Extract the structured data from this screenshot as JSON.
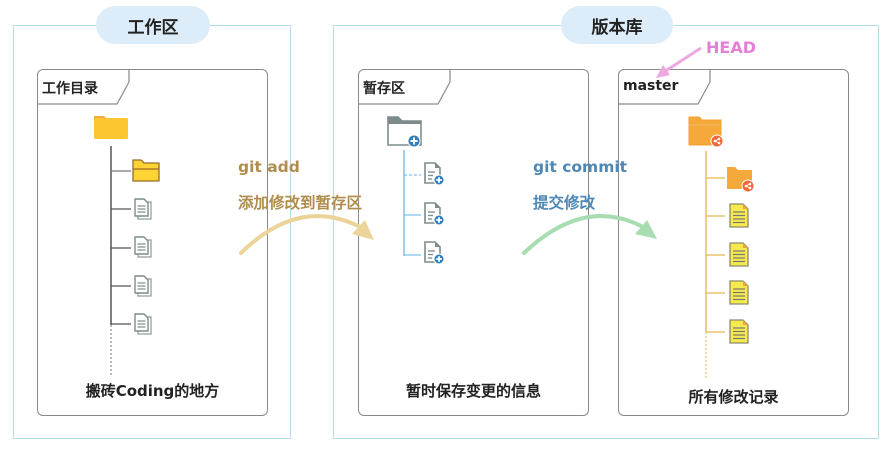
{
  "workspace": {
    "title": "工作区",
    "card": {
      "label": "工作目录",
      "footer": "搬砖Coding的地方",
      "tree": {
        "root": "folder-icon",
        "children": [
          "folder-open-icon",
          "document-icon",
          "document-icon",
          "document-icon",
          "document-icon"
        ]
      }
    }
  },
  "repository": {
    "title": "版本库",
    "staging": {
      "label": "暂存区",
      "footer": "暂时保存变更的信息",
      "tree": {
        "root": "folder-add-icon",
        "children": [
          "document-add-icon",
          "document-add-icon",
          "document-add-icon"
        ]
      }
    },
    "master": {
      "label": "master",
      "footer": "所有修改记录",
      "pointer": "HEAD",
      "tree": {
        "root": "folder-share-icon",
        "children": [
          "folder-share-icon",
          "document-icon",
          "document-icon",
          "document-icon",
          "document-icon"
        ]
      }
    }
  },
  "operations": {
    "add": {
      "command": "git add",
      "description": "添加修改到暂存区",
      "color": "#b08d4c",
      "arrow_color": "#ecd39a"
    },
    "commit": {
      "command": "git commit",
      "description": "提交修改",
      "color": "#4f87b5",
      "arrow_color": "#a8ddb1"
    }
  },
  "colors": {
    "area_border": "#b5d9ee",
    "pill_bg": "#dcecf8",
    "head": "#e47fd6",
    "folder_yellow": "#fbc62f",
    "folder_orange": "#f6a93b",
    "share_badge": "#ef6a3a",
    "add_badge": "#2f7fbf",
    "doc_gray": "#7d8b8b",
    "doc_yellow": "#f5e94e"
  }
}
